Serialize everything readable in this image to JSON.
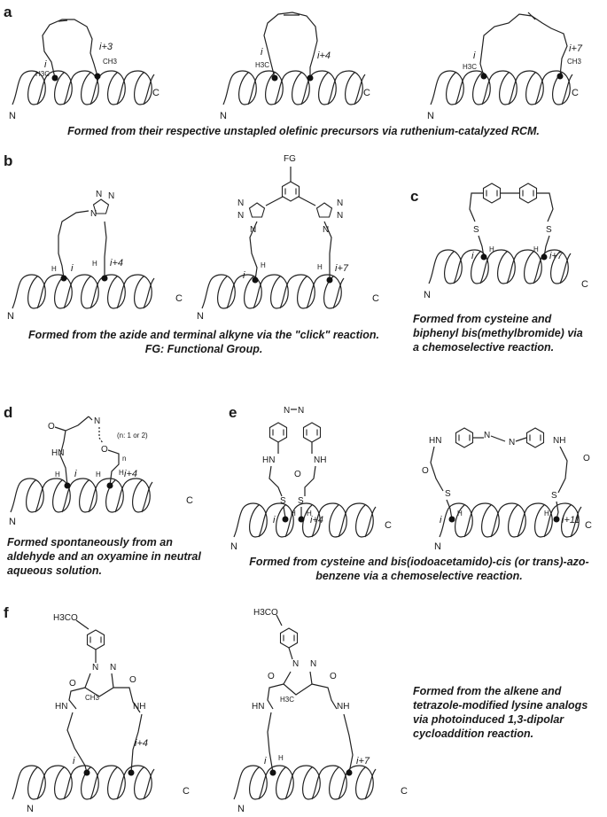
{
  "panels": [
    {
      "letter": "a",
      "caption": "Formed from their respective unstapled olefinic precursors via ruthenium-catalyzed RCM."
    },
    {
      "letter": "b",
      "caption": "Formed from the azide and terminal alkyne via the \"click\" reaction. FG: Functional Group."
    },
    {
      "letter": "c",
      "caption": "Formed from cysteine and biphenyl bis(methylbromide) via a chemoselective reaction."
    },
    {
      "letter": "d",
      "caption": "Formed spontaneously from an aldehyde and an oxyamine in neutral aqueous solution."
    },
    {
      "letter": "e",
      "caption": "Formed from cysteine and bis(iodoacetamido)-cis (or trans)-azo-benzene via a chemoselective reaction."
    },
    {
      "letter": "f",
      "caption": "Formed from the alkene and tetrazole-modified lysine analogs via photoinduced 1,3-dipolar cycloaddition reaction."
    }
  ],
  "labels": {
    "i": "i",
    "i3": "i+3",
    "i4": "i+4",
    "i7": "i+7",
    "i11": "i+11",
    "n_term": "N",
    "c_term": "C",
    "h3c": "H3C",
    "ch3": "CH3",
    "h": "H",
    "fg": "FG",
    "n": "N",
    "s": "S",
    "o": "O",
    "hn": "HN",
    "nh": "NH",
    "n_note": "(n: 1 or 2)",
    "n_sub": "n",
    "h3co": "H3CO"
  }
}
